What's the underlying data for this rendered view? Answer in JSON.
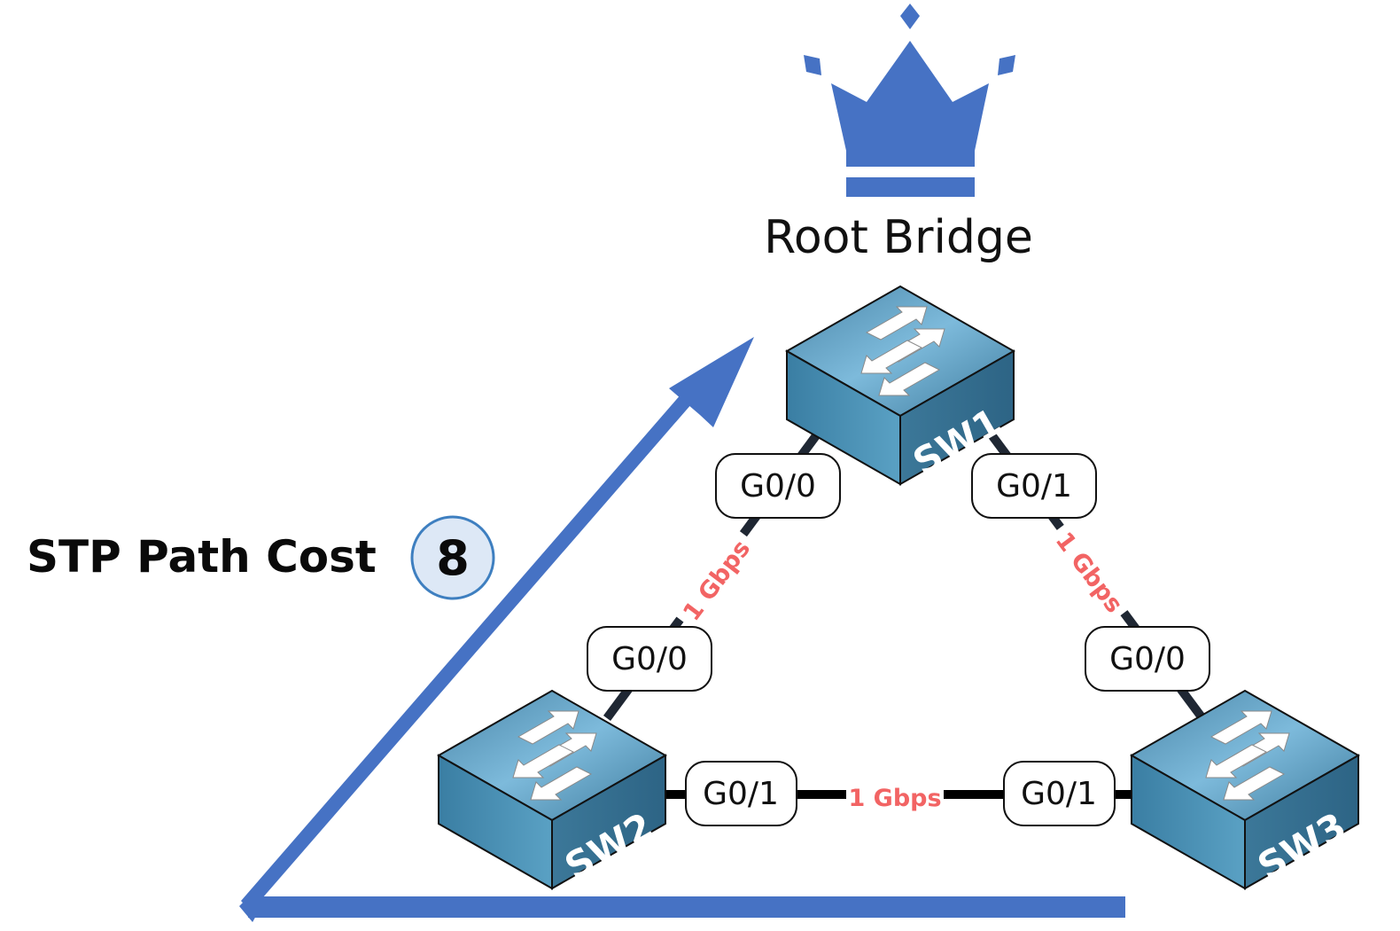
{
  "root_bridge": {
    "label": "Root Bridge",
    "icon": "crown-icon"
  },
  "path_cost": {
    "title": "STP Path Cost",
    "value": "8"
  },
  "colors": {
    "accent_blue": "#4672c4",
    "speed_red": "#f26464",
    "link": "#1f2733",
    "switch_top": "#5d9fc2",
    "switch_side": "#3d7fa2"
  },
  "switches": [
    {
      "id": "SW1",
      "label": "SW1",
      "role": "root"
    },
    {
      "id": "SW2",
      "label": "SW2"
    },
    {
      "id": "SW3",
      "label": "SW3"
    }
  ],
  "links": [
    {
      "from": "SW1",
      "from_port": "G0/0",
      "to": "SW2",
      "to_port": "G0/0",
      "speed": "1 Gbps"
    },
    {
      "from": "SW1",
      "from_port": "G0/1",
      "to": "SW3",
      "to_port": "G0/0",
      "speed": "1 Gbps"
    },
    {
      "from": "SW2",
      "from_port": "G0/1",
      "to": "SW3",
      "to_port": "G0/1",
      "speed": "1 Gbps"
    }
  ]
}
